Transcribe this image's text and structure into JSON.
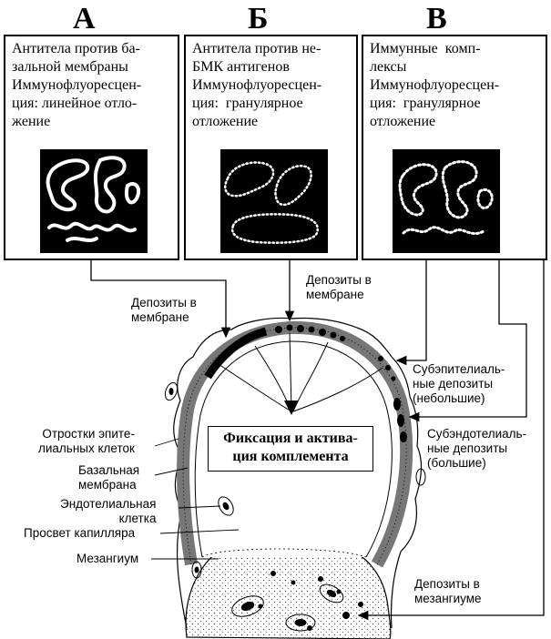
{
  "panels": [
    {
      "letter": "А",
      "text": "Антитела против ба-\nзальной мембраны\nИммунофлуоресцен-\nция: линейное отло-\nжение"
    },
    {
      "letter": "Б",
      "text": "Антитела против не-\nБМК антигенов\nИммунофлуоресцен-\nция:  гранулярное\nотложение"
    },
    {
      "letter": "В",
      "text": "Иммунные  комп-\nлексы\nИммунофлуоресцен-\nция:  гранулярное\nотложение"
    }
  ],
  "labels": {
    "deposits_membrane_left": "Депозиты в\nмембране",
    "deposits_membrane_top": "Депозиты в\nмембране",
    "subepithelial": "Субэпителиаль-\nные депозиты\n(небольшие)",
    "subendothelial": "Субэндотелиаль-\nные депозиты\n(большие)",
    "mesangium_deposits": "Депозиты в\nмезангиуме",
    "epithelial_processes": "Отростки эпите-\nлиальных клеток",
    "basal_membrane": "Базальная\nмембрана",
    "endothelial_cell": "Эндотелиальная\nклетка",
    "capillary_lumen": "Просвет капилляра",
    "mesangium": "Мезангиум"
  },
  "center_box": "Фиксация и актива-\nция комплемента"
}
